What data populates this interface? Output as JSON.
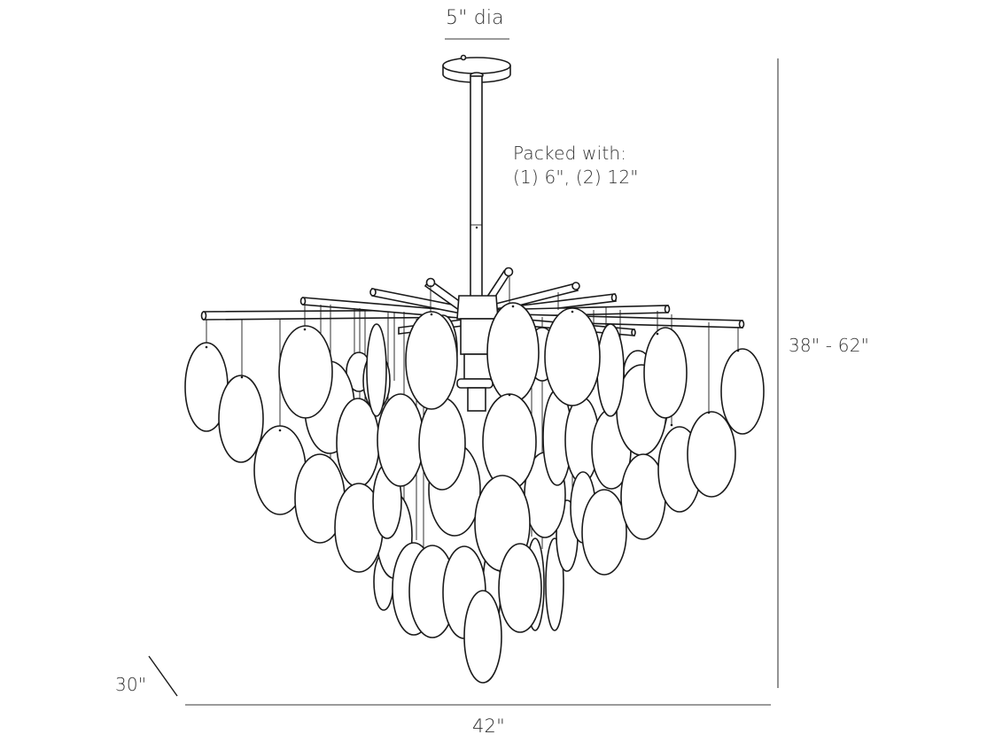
{
  "diagram": {
    "subject": "chandelier-line-drawing",
    "line_color": "#1a1a1a",
    "dimension_line_color": "#7a7a7a",
    "text_color": "#333333",
    "background": "#ffffff"
  },
  "dimensions": {
    "canopy_diameter": "5\" dia",
    "overall_height": "38\" - 62\"",
    "width": "42\"",
    "depth": "30\""
  },
  "packing_note": {
    "line1": "Packed with:",
    "line2": "(1) 6\", (2) 12\""
  }
}
